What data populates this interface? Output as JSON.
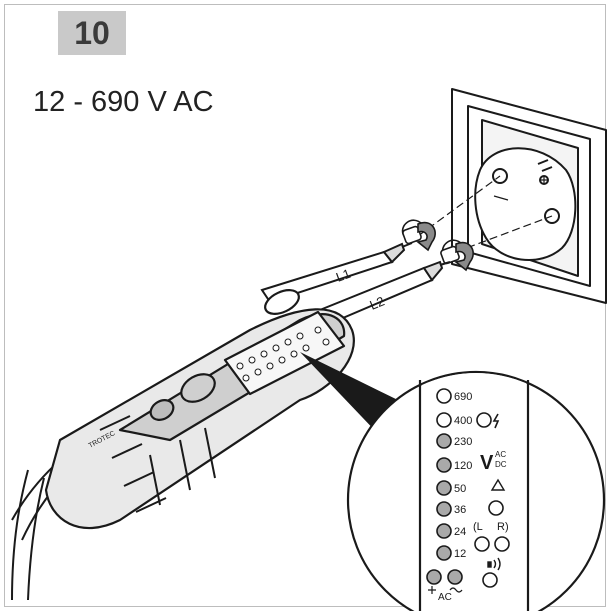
{
  "step_number": "10",
  "voltage_range": "12 - 690 V AC",
  "probe_labels": {
    "l1": "L1",
    "l2": "L2"
  },
  "led_panel": {
    "voltage_levels": [
      "690",
      "400",
      "230",
      "120",
      "50",
      "36",
      "24",
      "12"
    ],
    "voltage_unit": "V",
    "ac_label": "AC",
    "dc_label": "DC",
    "left_label": "(L",
    "right_label": "R)",
    "bottom_label": "AC"
  },
  "brand_text": "TROTEC",
  "icons": [
    "lightning-icon",
    "warning-triangle-icon",
    "vibration-icon",
    "rotation-arrow-icon",
    "socket-icon"
  ]
}
